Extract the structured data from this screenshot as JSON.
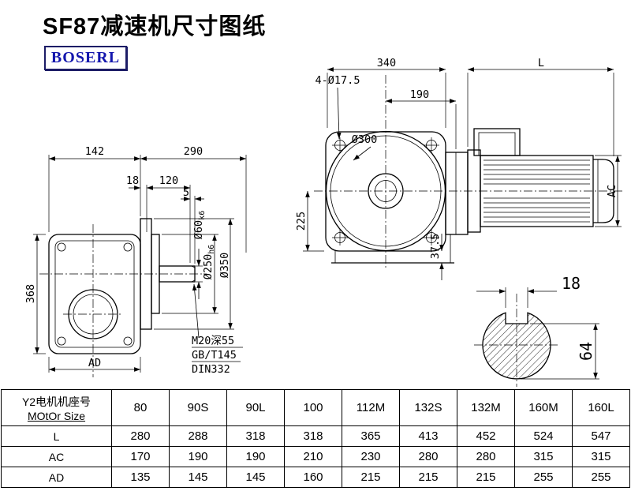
{
  "page": {
    "title": "SF87减速机尺寸图纸",
    "logo": "BOSERL"
  },
  "side_view": {
    "dim_142": "142",
    "dim_290": "290",
    "dim_18": "18",
    "dim_120": "120",
    "dim_5": "5",
    "dim_368": "368",
    "dim_ad": "AD",
    "shaft_dia_main": "Ø60",
    "shaft_dia_tol": "k6",
    "spigot_dia_main": "Ø250",
    "spigot_dia_tol": "h6",
    "flange_dia": "Ø350",
    "tap_note": "M20深55",
    "std_1": "GB/T145",
    "std_2": "DIN332"
  },
  "front_view": {
    "dim_340": "340",
    "dim_l": "L",
    "holes": "4-Ø17.5",
    "dim_190": "190",
    "dia_300": "Ø300",
    "dim_225": "225",
    "dim_37_5": "37.5",
    "dim_ac": "AC"
  },
  "shaft_section": {
    "dim_18": "18",
    "dim_64": "64"
  },
  "table": {
    "header_line1": "Y2电机机座号",
    "header_line2": "MOtOr Size",
    "columns": [
      "80",
      "90S",
      "90L",
      "100",
      "112M",
      "132S",
      "132M",
      "160M",
      "160L"
    ],
    "rows": [
      {
        "label": "L",
        "values": [
          "280",
          "288",
          "318",
          "318",
          "365",
          "413",
          "452",
          "524",
          "547"
        ]
      },
      {
        "label": "AC",
        "values": [
          "170",
          "190",
          "190",
          "210",
          "230",
          "280",
          "280",
          "315",
          "315"
        ]
      },
      {
        "label": "AD",
        "values": [
          "135",
          "145",
          "145",
          "160",
          "215",
          "215",
          "215",
          "255",
          "255"
        ]
      }
    ]
  }
}
